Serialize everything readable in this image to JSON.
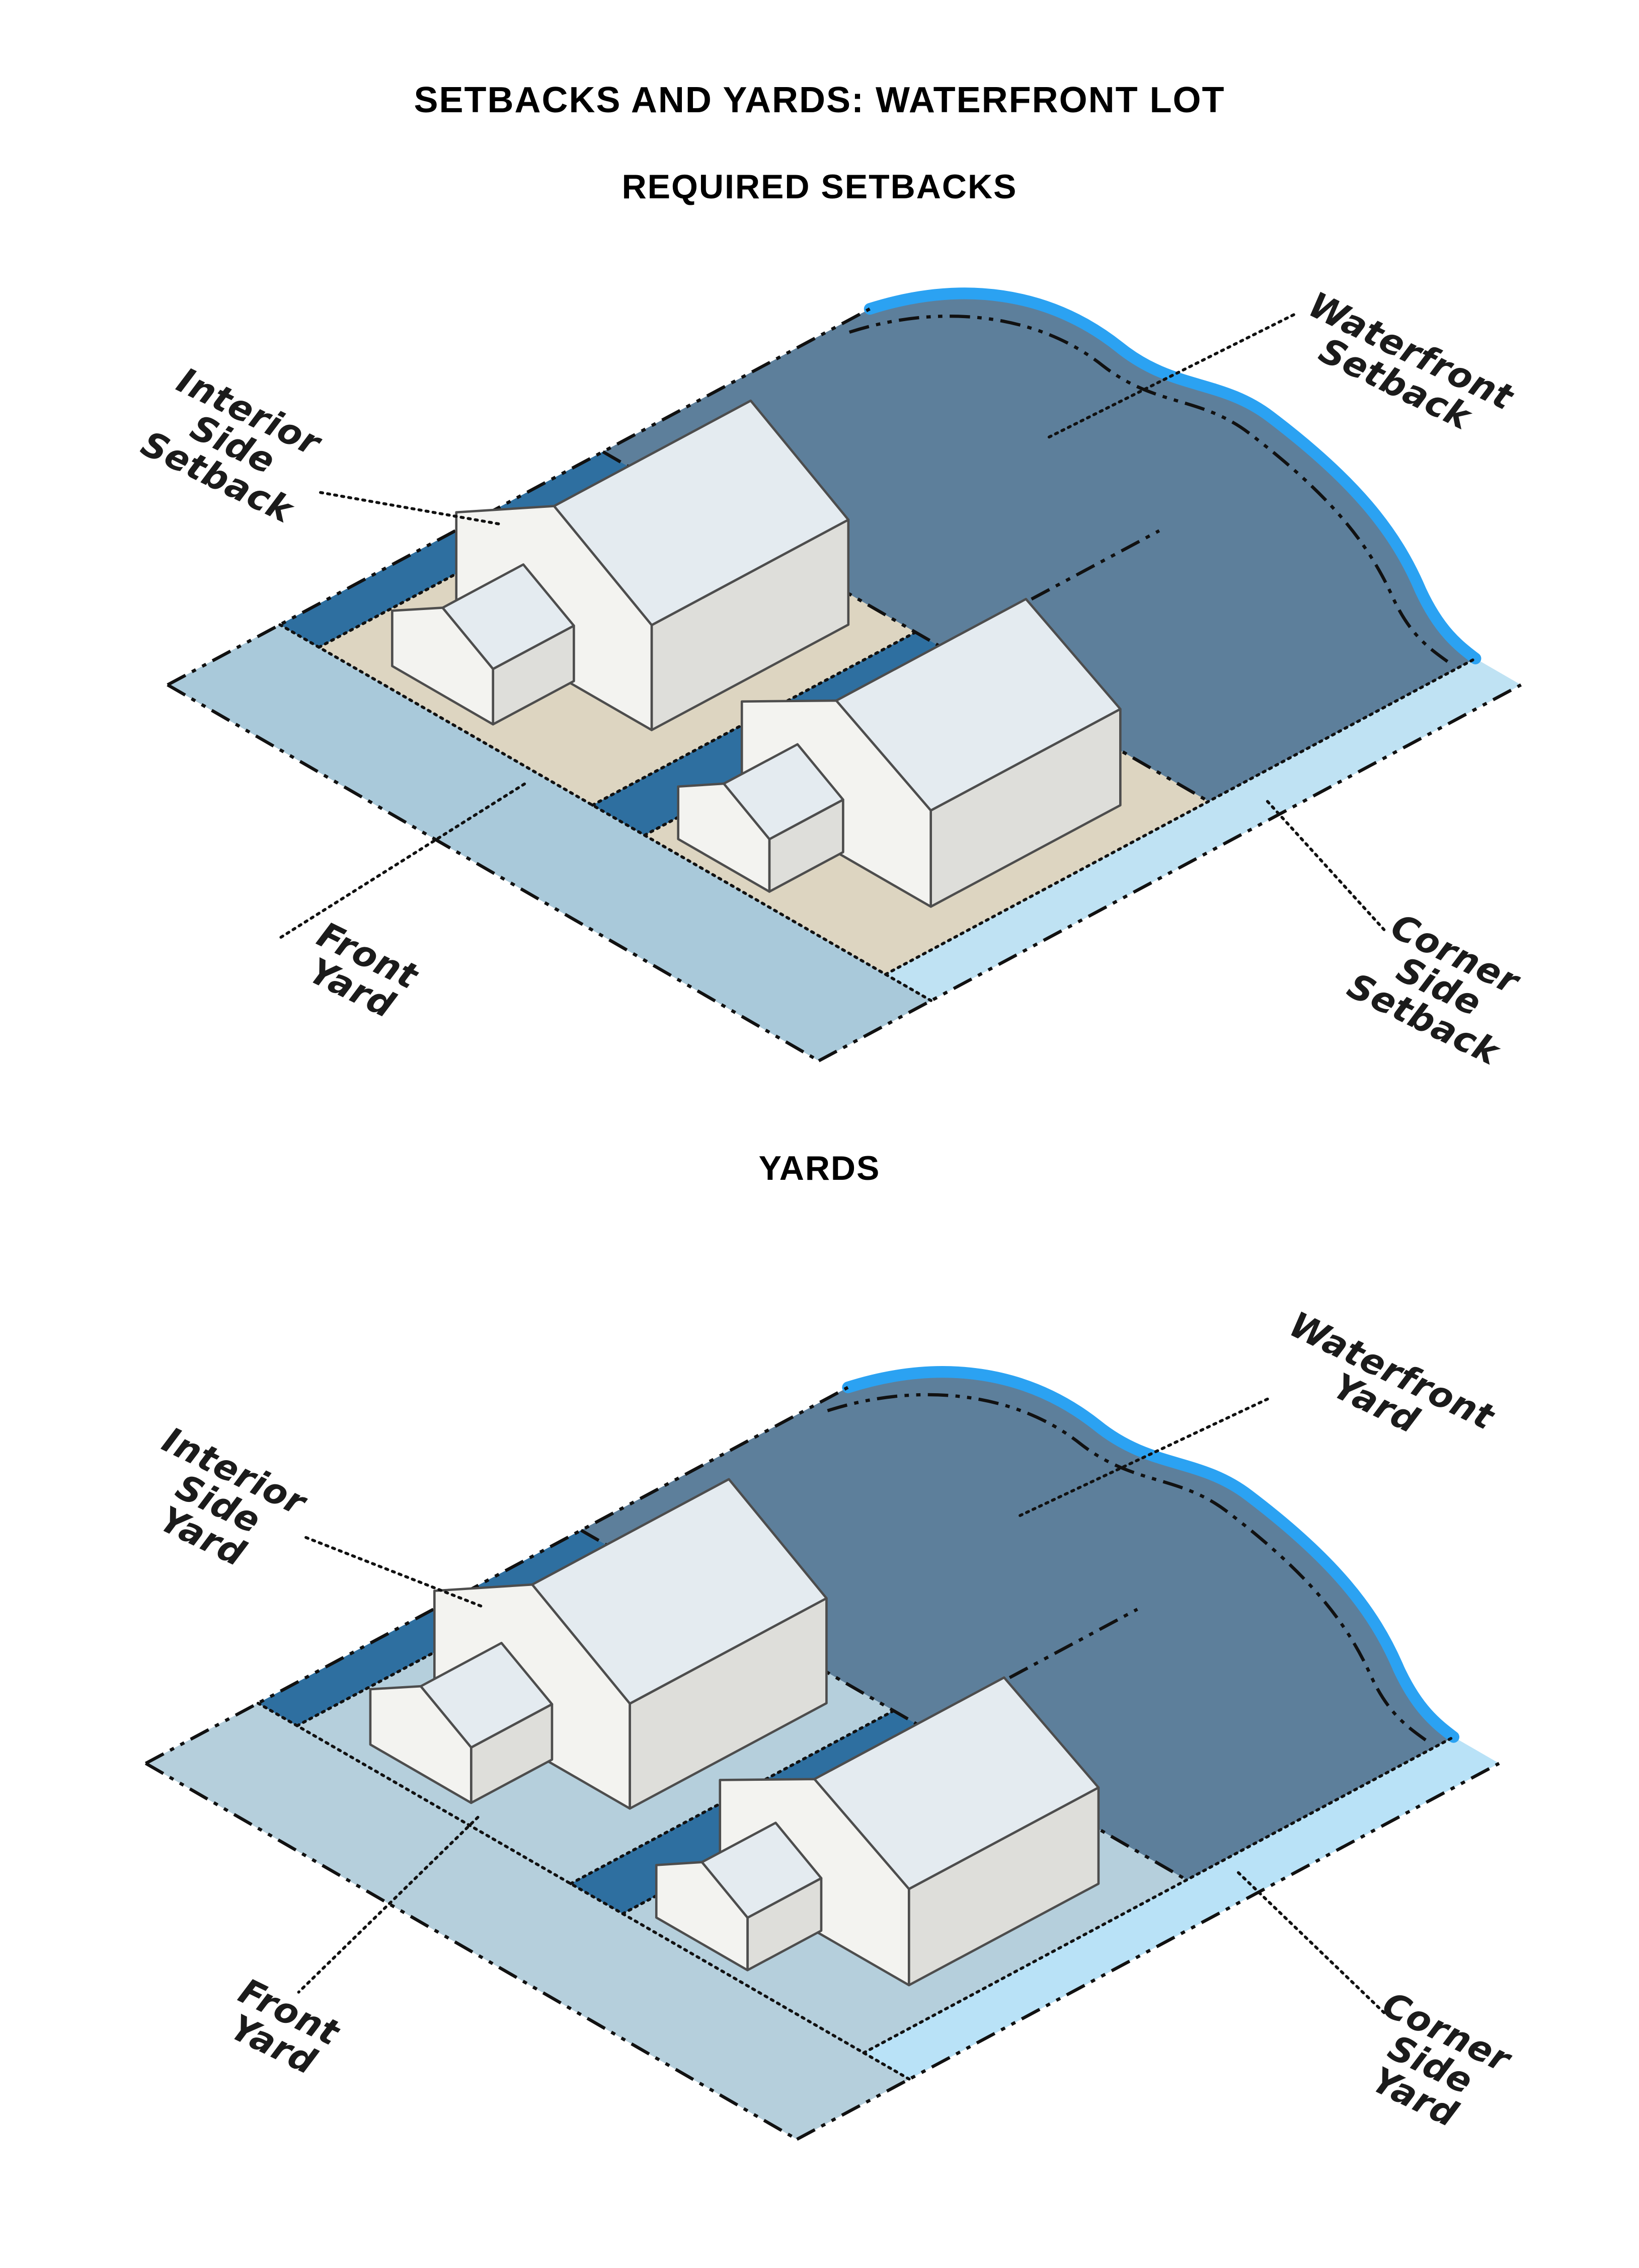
{
  "page": {
    "title": "SETBACKS AND YARDS: WATERFRONT LOT"
  },
  "sections": [
    {
      "heading": "REQUIRED SETBACKS",
      "labels": {
        "interior_side": "Interior\nSide\nSetback",
        "waterfront": "Waterfront\nSetback",
        "front": "Front\nYard",
        "corner_side": "Corner\nSide\nSetback"
      }
    },
    {
      "heading": "YARDS",
      "labels": {
        "interior_side": "Interior\nSide\nYard",
        "waterfront": "Waterfront\nYard",
        "front": "Front\nYard",
        "corner_side": "Corner\nSide\nYard"
      }
    }
  ],
  "colors": {
    "heading_ink": "#000000",
    "label_ink": "#1b1b1b",
    "water": "#5d7f9b",
    "shore_wave": "#2ba2f2",
    "setback_dark_blue": "#2e6fa0",
    "lot_tan": "#ddd5c1",
    "yard_light_blue": "#a9c9da",
    "yard_light_blue_2": "#b5cfdc",
    "corner_light_blue": "#bfe2f3",
    "corner_light_blue_2": "#b9e2f7",
    "house_front": "#f3f3f0",
    "house_side": "#dededa",
    "house_roof": "#e4ebf0",
    "house_outline": "#4d4d4d",
    "line_black": "#111111"
  }
}
